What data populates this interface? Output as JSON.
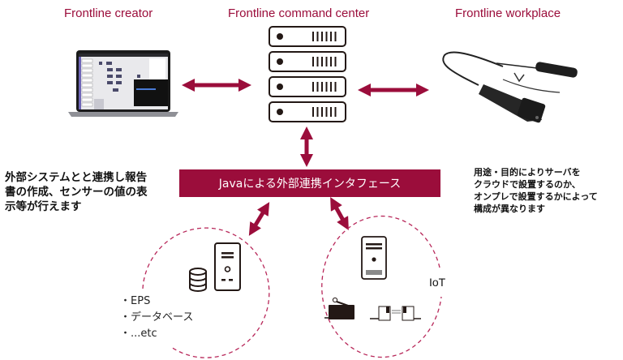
{
  "colors": {
    "accent": "#9b0d3b",
    "icon": "#231815",
    "text": "#111111"
  },
  "nodes": {
    "creator": {
      "title": "Frontline creator",
      "image": "laptop-screenshot"
    },
    "command_center": {
      "title": "Frontline command center",
      "image": "server-rack-icon"
    },
    "workplace": {
      "title": "Frontline workplace",
      "image": "smart-glasses-photo"
    }
  },
  "banner": {
    "label": "Javaによる外部連携インタフェース"
  },
  "notes": {
    "left": [
      "外部システムとと連携し報告",
      "書の作成、センサーの値の表",
      "示等が行えます"
    ],
    "right": [
      "用途・目的によりサーバを",
      "クラウドで設置するのか、",
      "オンプレで設置するかによって",
      "構成が異なります"
    ]
  },
  "external_systems": {
    "items": [
      "EPS",
      "データベース",
      "...etc"
    ]
  },
  "iot": {
    "label": "IoT"
  }
}
